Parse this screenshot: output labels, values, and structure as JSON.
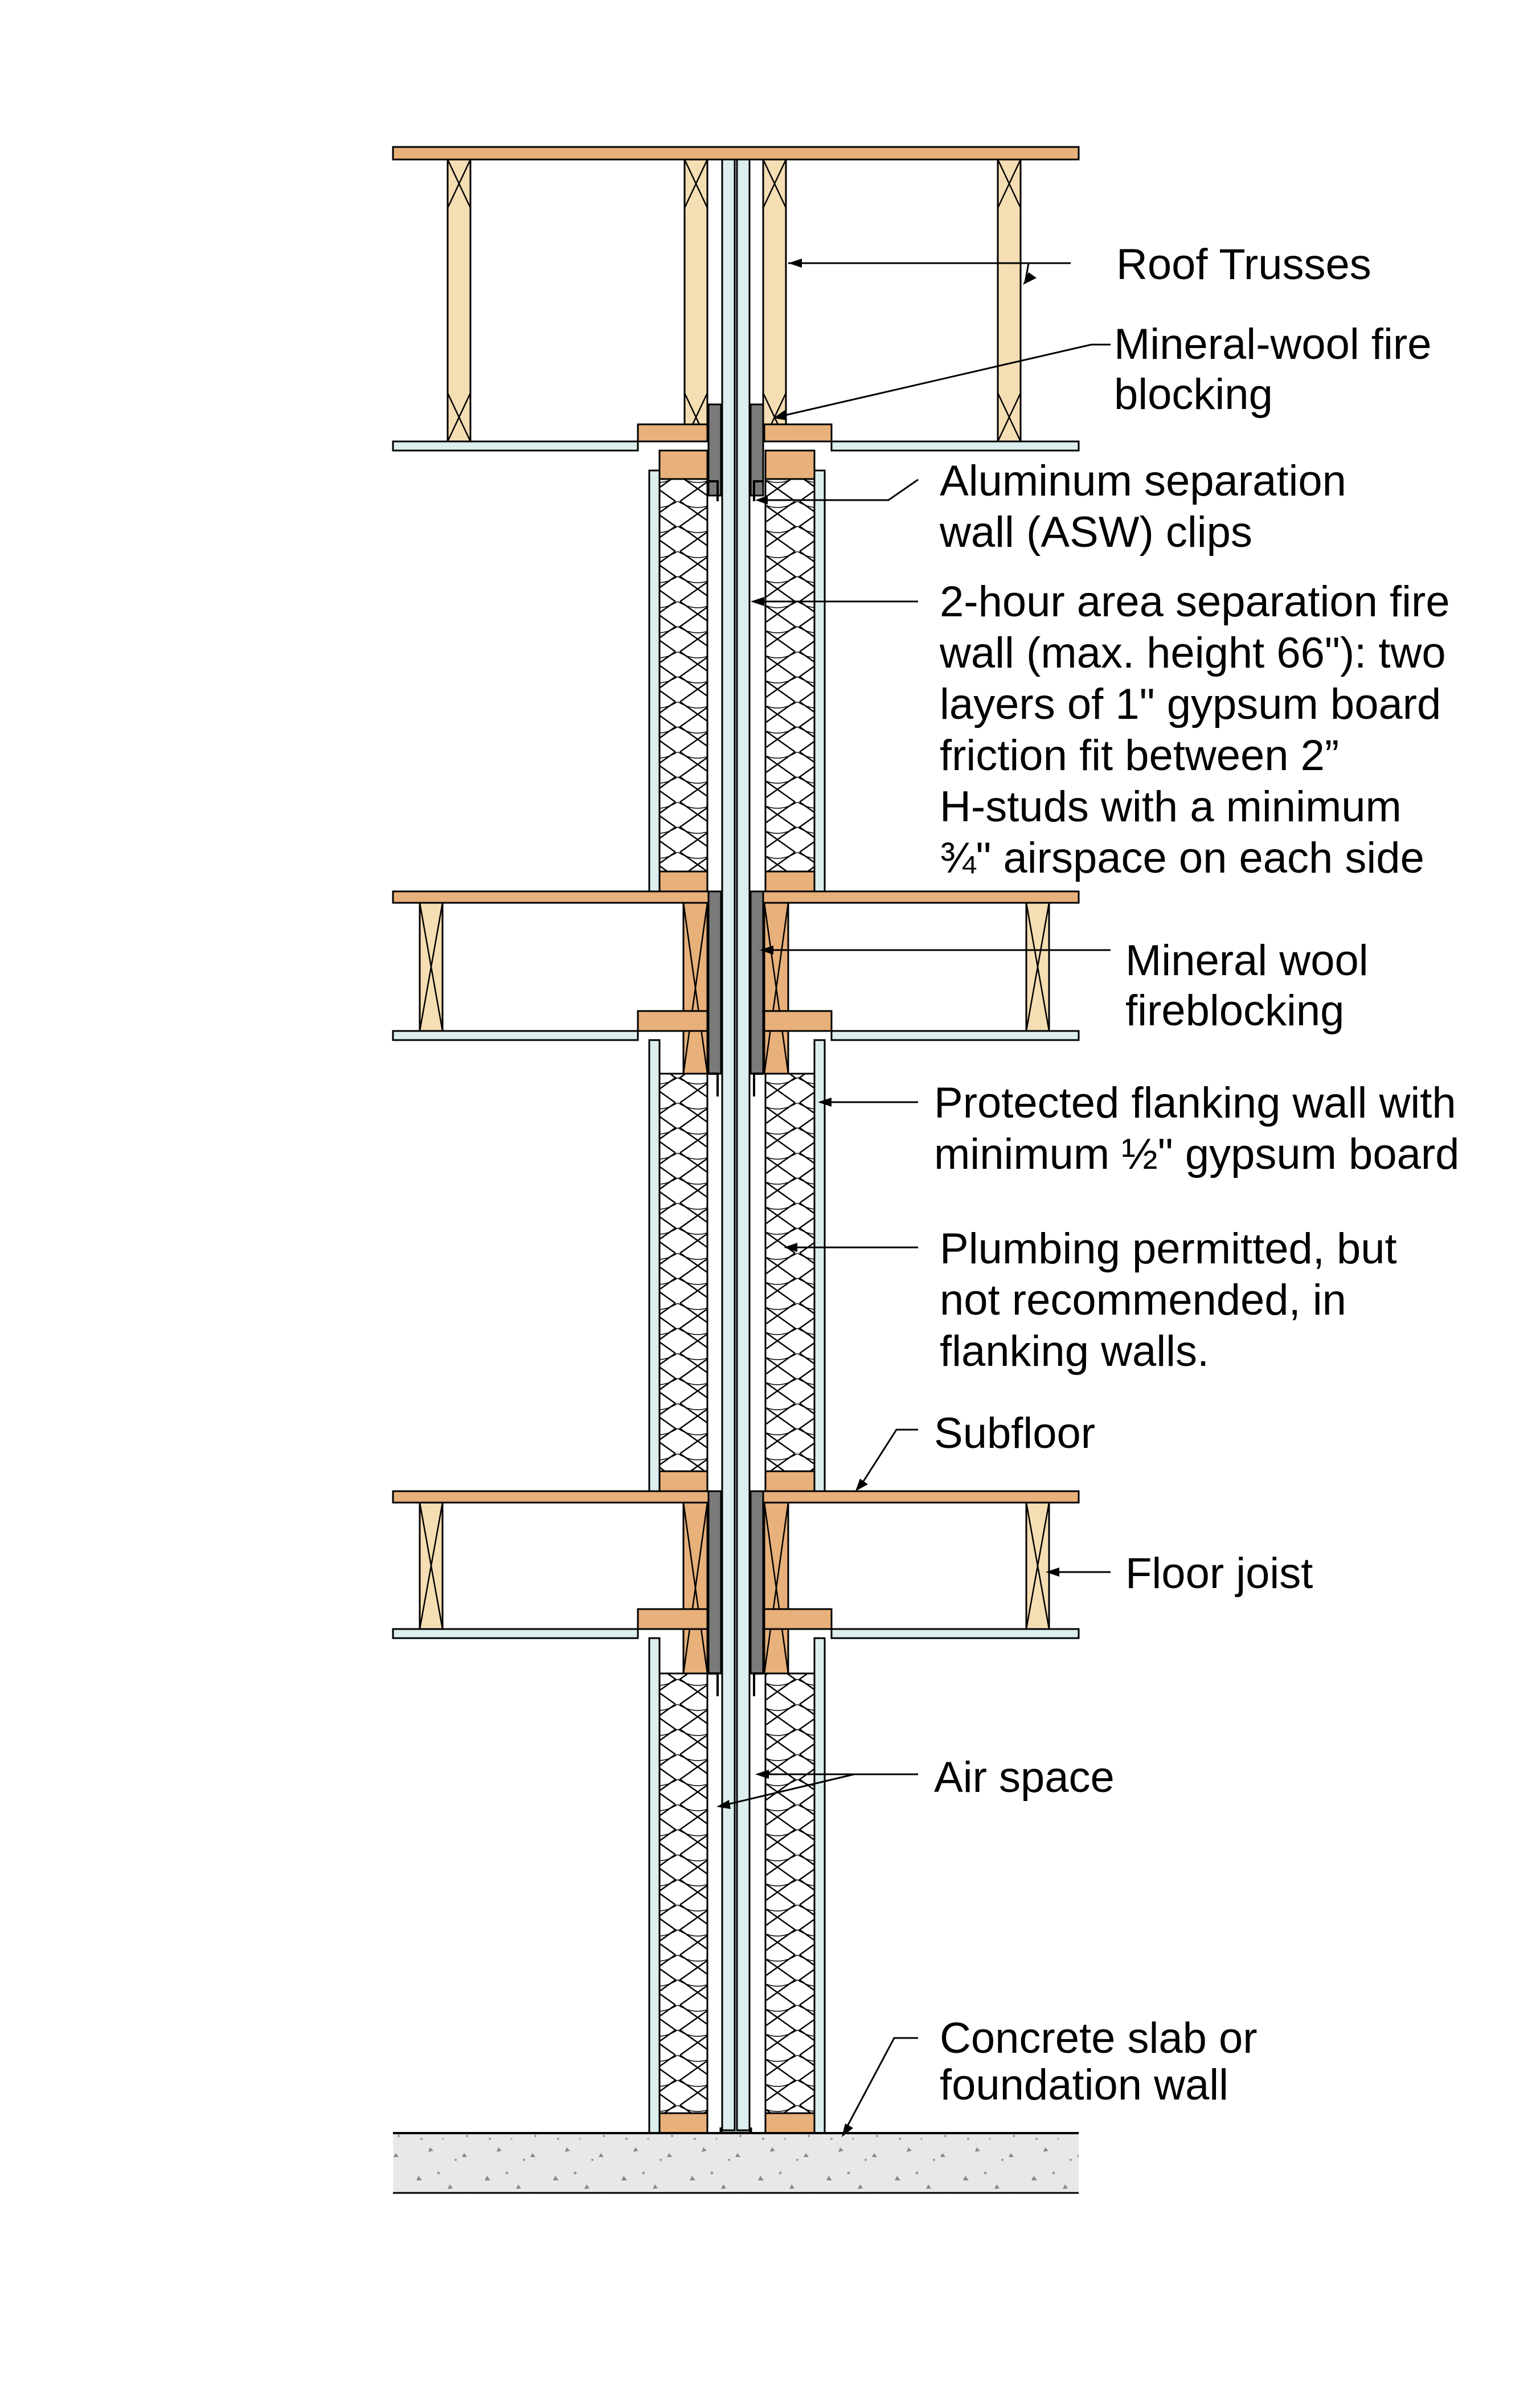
{
  "labels": {
    "roof_trusses": "Roof Trusses",
    "mineral_wool_fire_blocking": [
      "Mineral-wool fire",
      "blocking"
    ],
    "asw_clips": [
      "Aluminum separation",
      "wall (ASW) clips"
    ],
    "fire_wall": [
      "2-hour area separation fire",
      "wall (max. height 66\"): two",
      "layers of 1\" gypsum board",
      "friction fit between 2”",
      "H-studs with a minimum",
      "¾\" airspace on each side"
    ],
    "mineral_wool_fireblocking": [
      "Mineral wool",
      "fireblocking"
    ],
    "flanking_wall": [
      "Protected flanking wall with",
      "minimum ½\" gypsum board"
    ],
    "plumbing": [
      "Plumbing permitted, but",
      "not recommended, in",
      "flanking walls."
    ],
    "subfloor": "Subfloor",
    "floor_joist": "Floor joist",
    "air_space": "Air space",
    "slab": [
      "Concrete slab or",
      "foundation wall"
    ]
  },
  "colors": {
    "wood": "#e8b07a",
    "wood_light": "#f5deb3",
    "gypsum": "#dceeee",
    "mineral_wool": "#7a7a7a",
    "insulation": "#ffffff",
    "concrete": "#e6e6e6",
    "outline": "#000000"
  }
}
